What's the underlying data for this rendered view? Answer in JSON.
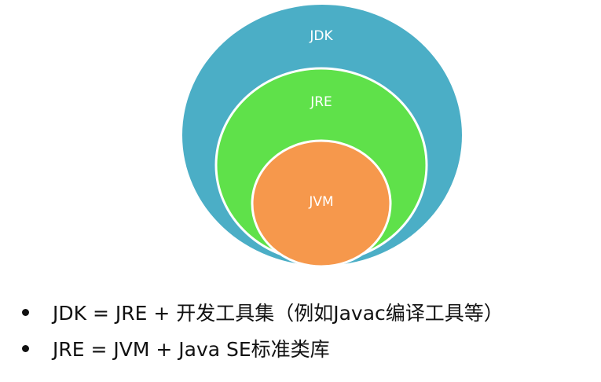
{
  "diagram": {
    "outer": {
      "label": "JDK",
      "color": "#4BAEC6"
    },
    "middle": {
      "label": "JRE",
      "color": "#5FE14A"
    },
    "inner": {
      "label": "JVM",
      "color": "#F6984C"
    },
    "ring_color": "#ffffff"
  },
  "bullets": [
    {
      "text": "JDK = JRE + 开发工具集（例如Javac编译工具等）"
    },
    {
      "text": "JRE = JVM + Java SE标准类库"
    }
  ]
}
